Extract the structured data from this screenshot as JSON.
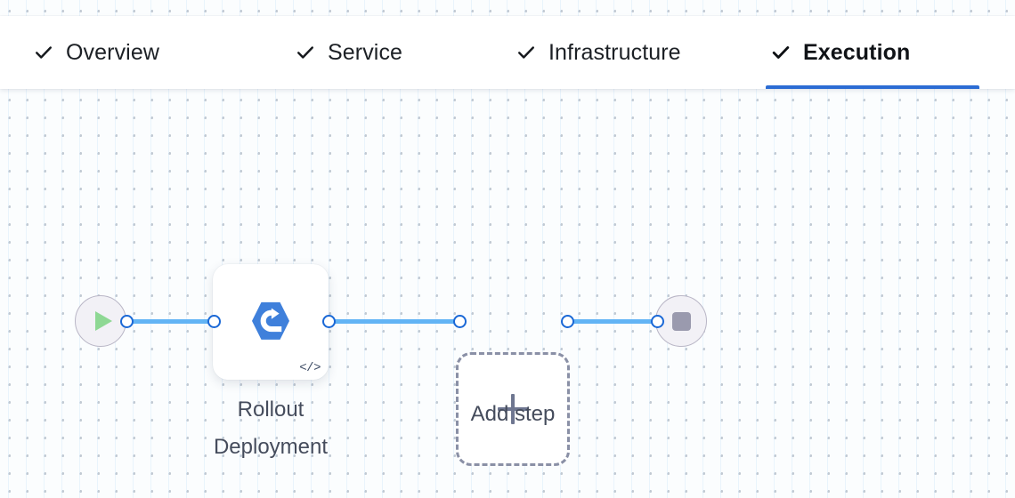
{
  "tabs": [
    {
      "label": "Overview",
      "icon": "check-icon",
      "active": false,
      "complete": true
    },
    {
      "label": "Service",
      "icon": "check-icon",
      "active": false,
      "complete": true
    },
    {
      "label": "Infrastructure",
      "icon": "check-icon",
      "active": false,
      "complete": true
    },
    {
      "label": "Execution",
      "icon": "check-icon",
      "active": true,
      "complete": true
    }
  ],
  "graph": {
    "start_node": {
      "name": "start-node",
      "icon": "play-icon"
    },
    "end_node": {
      "name": "end-node",
      "icon": "stop-icon"
    },
    "step": {
      "label": "Rollout\nDeployment",
      "icon": "rollout-deployment-icon",
      "badge_icon": "code-icon",
      "badge_text": "</>"
    },
    "add_step": {
      "label": "Add step",
      "icon": "plus-icon"
    },
    "connections": 3
  },
  "colors": {
    "accent": "#2b6cd4",
    "edge": "#62b4f5",
    "port_ring": "#1a68d6",
    "step_icon": "#3f80db",
    "play": "#8ed894",
    "stop": "#9a9aae",
    "label_text": "#454c5c",
    "dashed_border": "#8a90a6",
    "canvas_bg": "#fbfdfe",
    "dot": "#c2cad3"
  }
}
